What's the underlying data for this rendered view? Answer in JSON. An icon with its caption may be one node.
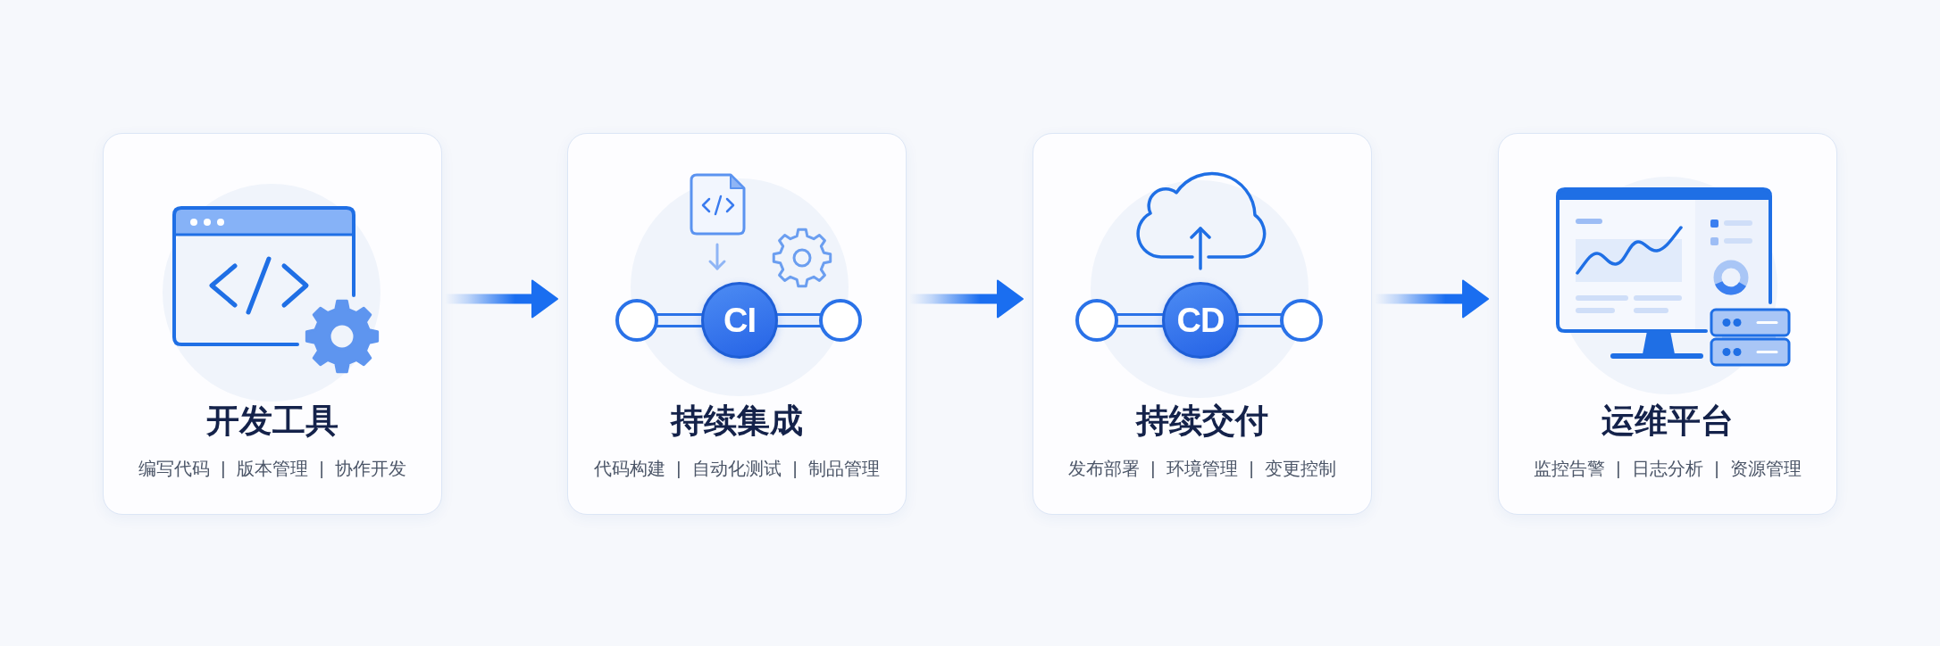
{
  "diagram": {
    "nodes": [
      {
        "text": [
          "开发工具",
          "编写代码 | 版本管理 | 协作开发"
        ]
      },
      {
        "text": [
          "持续集成",
          "代码构建 | 自动化测试 | 制品管理"
        ]
      },
      {
        "text": [
          "CI"
        ],
        "in": 1
      },
      {
        "text": [
          "持续交付",
          "发布部署 | 环境管理 | 变更控制"
        ]
      },
      {
        "text": [
          "CD"
        ],
        "in": 3
      },
      {
        "text": [
          "运维平台",
          "监控告警 | 日志分析 | 资源管理"
        ]
      }
    ],
    "edges": [
      {
        "from": 0,
        "to": 1,
        "arrow": "to"
      },
      {
        "from": 1,
        "to": 3,
        "arrow": "to"
      },
      {
        "from": 3,
        "to": 5,
        "arrow": "to"
      }
    ]
  }
}
